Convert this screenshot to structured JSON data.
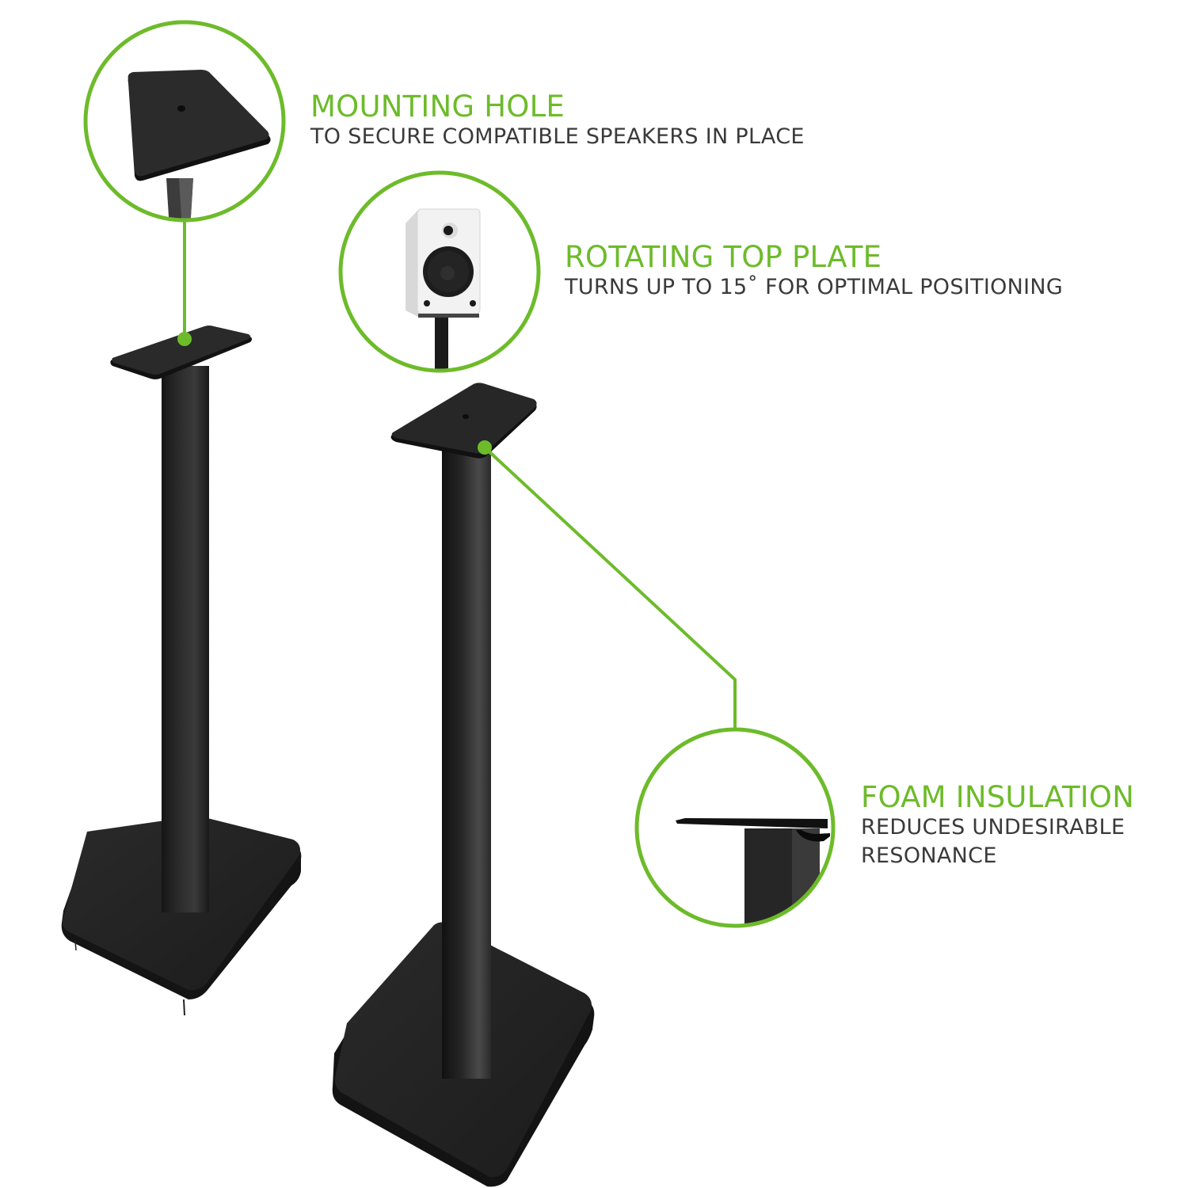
{
  "colors": {
    "accent_green": "#6dbb2a",
    "text_dark": "#3a3a3a",
    "stand_black": "#1e1e1e",
    "background": "#ffffff"
  },
  "features": [
    {
      "id": "mounting-hole",
      "title": "MOUNTING HOLE",
      "description": [
        "TO SECURE COMPATIBLE SPEAKERS IN PLACE"
      ],
      "icon": "top-plate-with-hole"
    },
    {
      "id": "rotating-top-plate",
      "title": "ROTATING TOP PLATE",
      "description": [
        "TURNS UP TO 15˚ FOR OPTIMAL POSITIONING"
      ],
      "icon": "speaker-on-stand"
    },
    {
      "id": "foam-insulation",
      "title": "FOAM INSULATION",
      "description": [
        "REDUCES UNDESIRABLE",
        "RESONANCE"
      ],
      "icon": "plate-side-profile"
    }
  ],
  "products": [
    {
      "name": "speaker-stand-left"
    },
    {
      "name": "speaker-stand-right"
    }
  ]
}
